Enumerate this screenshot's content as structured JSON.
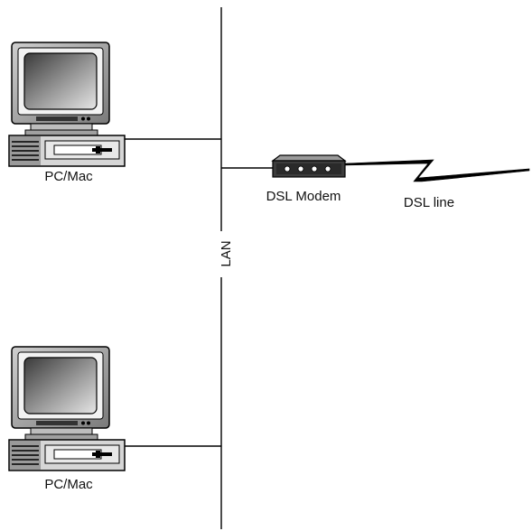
{
  "diagram": {
    "computer_top": {
      "label": "PC/Mac",
      "icon": "desktop-computer-icon"
    },
    "computer_bottom": {
      "label": "PC/Mac",
      "icon": "desktop-computer-icon"
    },
    "lan": {
      "label": "LAN"
    },
    "modem": {
      "label": "DSL Modem",
      "icon": "dsl-modem-icon"
    },
    "line": {
      "label": "DSL line",
      "icon": "lightning-bolt-icon"
    }
  }
}
